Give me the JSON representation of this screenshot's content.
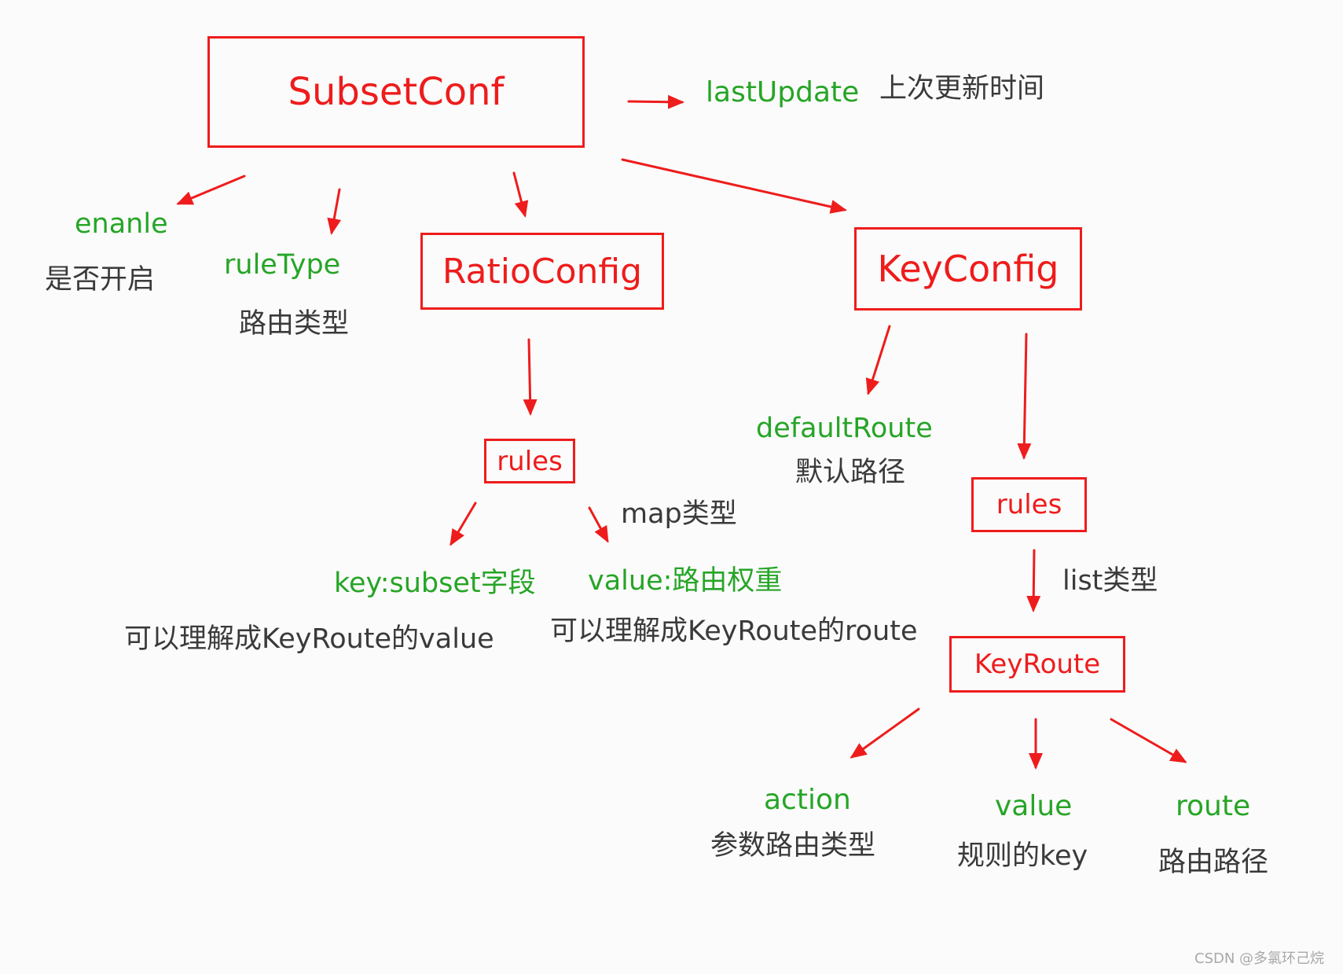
{
  "nodes": {
    "subset_conf": "SubsetConf",
    "ratio_config": "RatioConfig",
    "key_config": "KeyConfig",
    "ratio_rules": "rules",
    "key_rules": "rules",
    "key_route": "KeyRoute"
  },
  "fields": {
    "last_update": {
      "name": "lastUpdate",
      "desc": "上次更新时间"
    },
    "enable": {
      "name": "enanle",
      "desc": "是否开启"
    },
    "rule_type": {
      "name": "ruleType",
      "desc": "路由类型"
    },
    "default_route": {
      "name": "defaultRoute",
      "desc": "默认路径"
    },
    "ratio_key": {
      "name": "key:subset字段",
      "desc": "可以理解成KeyRoute的value"
    },
    "ratio_value": {
      "name": "value:路由权重",
      "desc": "可以理解成KeyRoute的route"
    },
    "action": {
      "name": "action",
      "desc": "参数路由类型"
    },
    "value": {
      "name": "value",
      "desc": "规则的key"
    },
    "route": {
      "name": "route",
      "desc": "路由路径"
    }
  },
  "types": {
    "ratio_rules_type": "map类型",
    "key_rules_type": "list类型"
  },
  "watermark": "CSDN @多氯环己烷",
  "colors": {
    "box": "#ee1c1c",
    "arrow": "#ee1c1c",
    "field_name": "#26a526",
    "description": "#3a3a3a",
    "watermark": "#a8a8a8",
    "background": "#fbfbfb"
  }
}
